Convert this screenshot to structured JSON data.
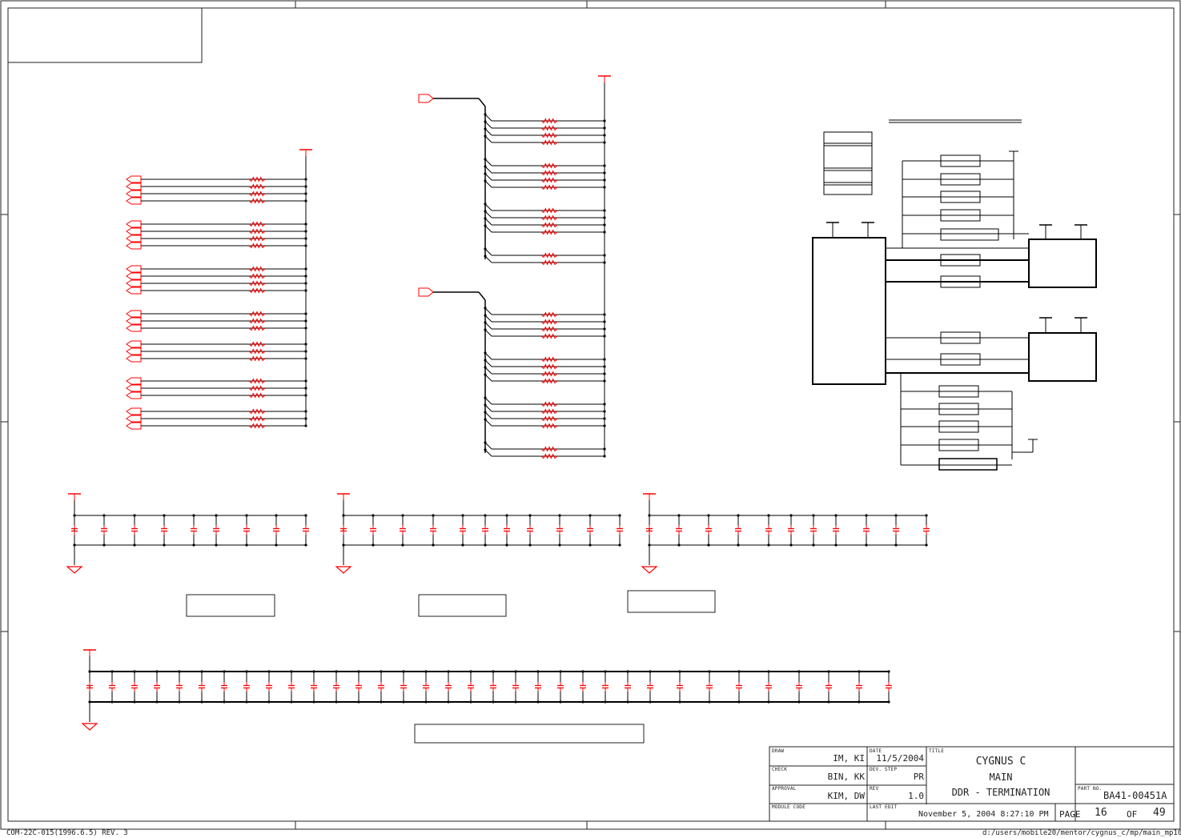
{
  "footer": {
    "form_code": "COM-22C-015(1996.6.5) REV. 3",
    "file_path": "d:/users/mobile20/mentor/cygnus_c/mp/main_mp10"
  },
  "title_block": {
    "draw_label": "DRAW",
    "draw_value": "IM, KI",
    "check_label": "CHECK",
    "check_value": "BIN, KK",
    "approval_label": "APPROVAL",
    "approval_value": "KIM, DW",
    "module_code_label": "MODULE CODE",
    "date_label": "DATE",
    "date_value": "11/5/2004",
    "dev_step_label": "DEV. STEP",
    "dev_step_value": "PR",
    "rev_label": "REV",
    "rev_value": "1.0",
    "last_edit_label": "LAST EDIT",
    "last_edit_value": "November 5, 2004  8:27:10 PM",
    "title_label": "TITLE",
    "title_line1": "CYGNUS C",
    "title_line2": "MAIN",
    "title_line3": "DDR - TERMINATION",
    "part_no_label": "PART NO.",
    "part_no_value": "BA41-00451A",
    "page_label": "PAGE",
    "page_value": "16",
    "of_label": "OF",
    "of_value": "49"
  },
  "colors": {
    "ink": "#000000",
    "component": "#ff0000",
    "border": "#222222"
  },
  "symbols": {
    "resistor": "zigzag-resistor-icon",
    "capacitor": "capacitor-icon",
    "ground": "ground-icon",
    "power": "power-rail-icon",
    "connector": "offpage-connector-icon"
  }
}
